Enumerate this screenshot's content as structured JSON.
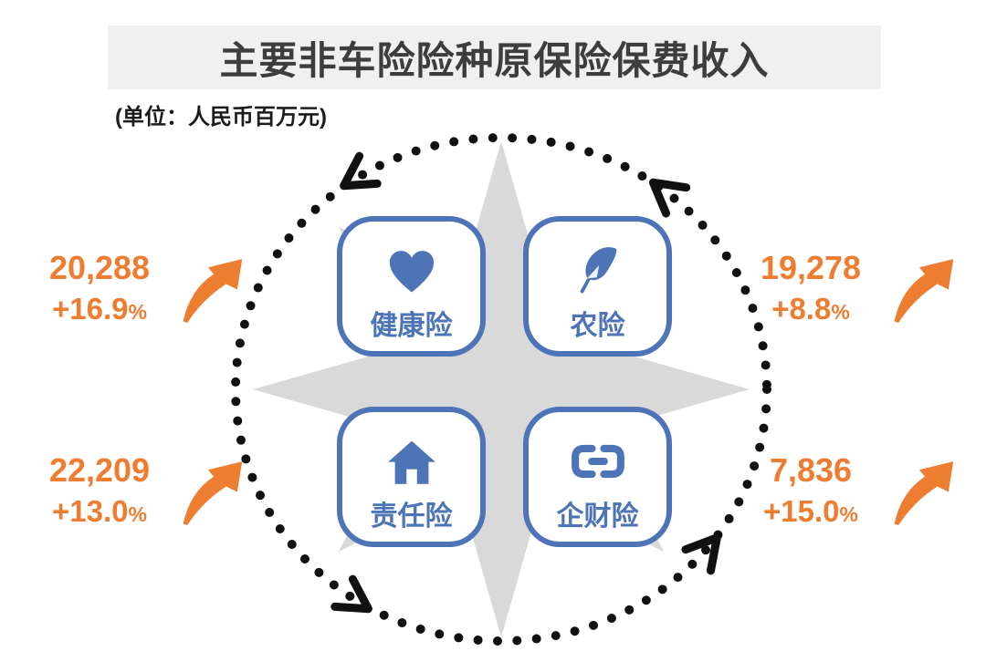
{
  "title": "主要非车险险种原保险保费收入",
  "unit_note": "(单位：人民币百万元)",
  "percent_suffix": "%",
  "colors": {
    "accent_orange": "#ED7D31",
    "accent_blue": "#4C74B6",
    "star_gray": "#D9D9D9",
    "title_bar_bg": "#F0F0F0",
    "title_text": "#3D3D3D",
    "ring_dot_black": "#111111"
  },
  "decorations": {
    "ring": "dotted-circle",
    "rotation_arrows": "counterclockwise-chevron-icons",
    "background_shape": "gray-compass-star"
  },
  "segments": [
    {
      "label": "健康险",
      "icon": "heart-icon",
      "value": "20,288",
      "growth": "+16.9",
      "position": "top-left"
    },
    {
      "label": "农险",
      "icon": "feather-icon",
      "value": "19,278",
      "growth": "+8.8",
      "position": "top-right"
    },
    {
      "label": "责任险",
      "icon": "home-icon",
      "value": "22,209",
      "growth": "+13.0",
      "position": "bottom-left"
    },
    {
      "label": "企财险",
      "icon": "chain-link-icon",
      "value": "7,836",
      "growth": "+15.0",
      "position": "bottom-right"
    }
  ]
}
